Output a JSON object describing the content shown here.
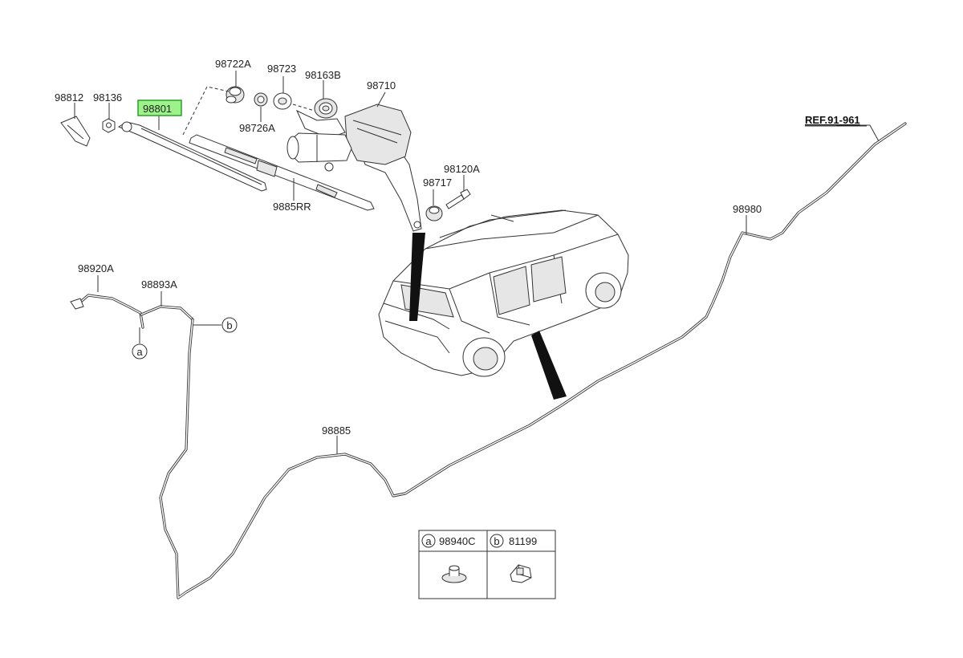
{
  "parts": {
    "p98812": "98812",
    "p98136": "98136",
    "p98801": "98801",
    "p98722A": "98722A",
    "p98723": "98723",
    "p98163B": "98163B",
    "p98710": "98710",
    "p98726A": "98726A",
    "p98120A": "98120A",
    "p98717": "98717",
    "p9885RR": "9885RR",
    "p98920A": "98920A",
    "p98893A": "98893A",
    "p98980": "98980",
    "p98885": "98885"
  },
  "reference": "REF.91-961",
  "callouts": {
    "a": "a",
    "b": "b"
  },
  "legend": {
    "a_part": "98940C",
    "b_part": "81199"
  },
  "highlight_color": "#9ef28a"
}
